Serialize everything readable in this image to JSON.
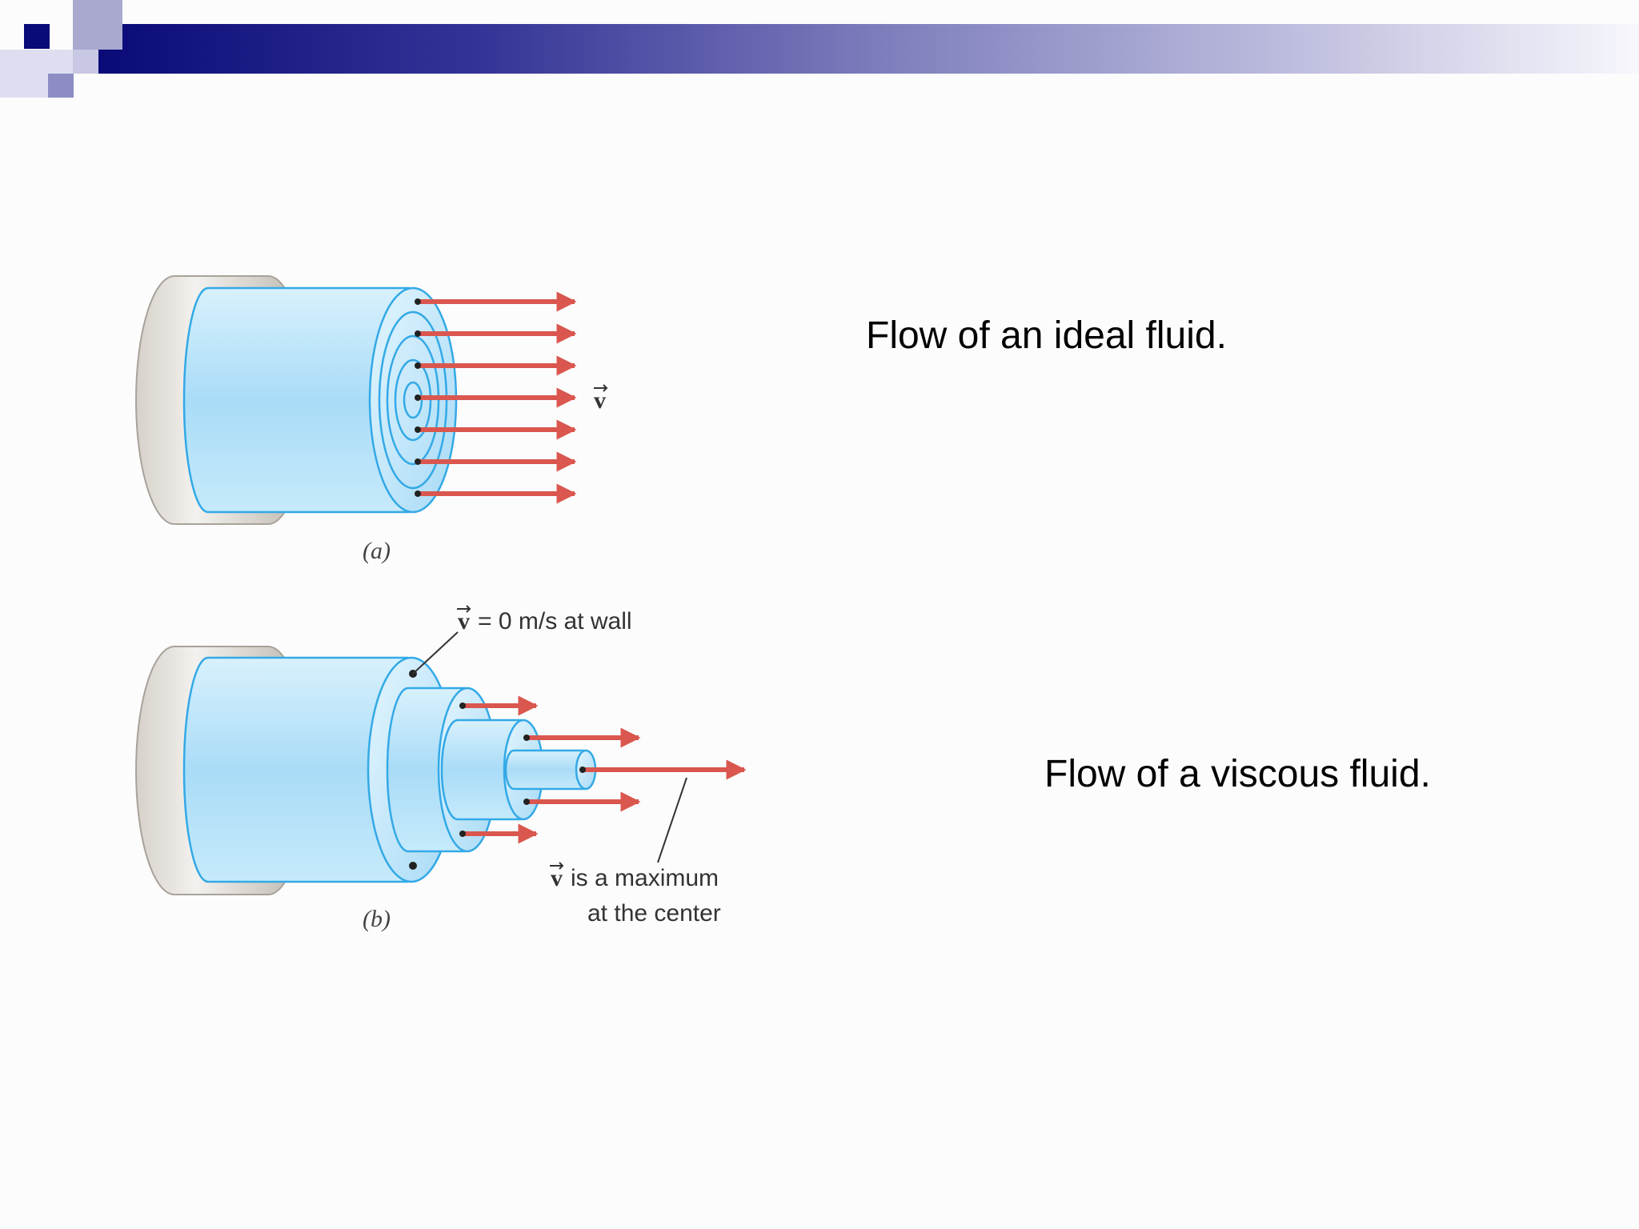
{
  "slide": {
    "caption_ideal": "Flow of an ideal fluid.",
    "caption_viscous": "Flow of a viscous fluid."
  },
  "figure": {
    "panel_a": {
      "label": "(a)",
      "vector_label": "v"
    },
    "panel_b": {
      "label": "(b)",
      "wall_vector": "v",
      "wall_text": "= 0 m/s at wall",
      "center_vector": "v",
      "center_text_line1": "is a maximum",
      "center_text_line2": "at the center"
    }
  },
  "colors": {
    "header_dark": "#0a0a78",
    "fluid": "#bfe6fb",
    "fluid_edge": "#33a9e6",
    "pipe": "#cfcac3",
    "arrow": "#d9574e"
  }
}
